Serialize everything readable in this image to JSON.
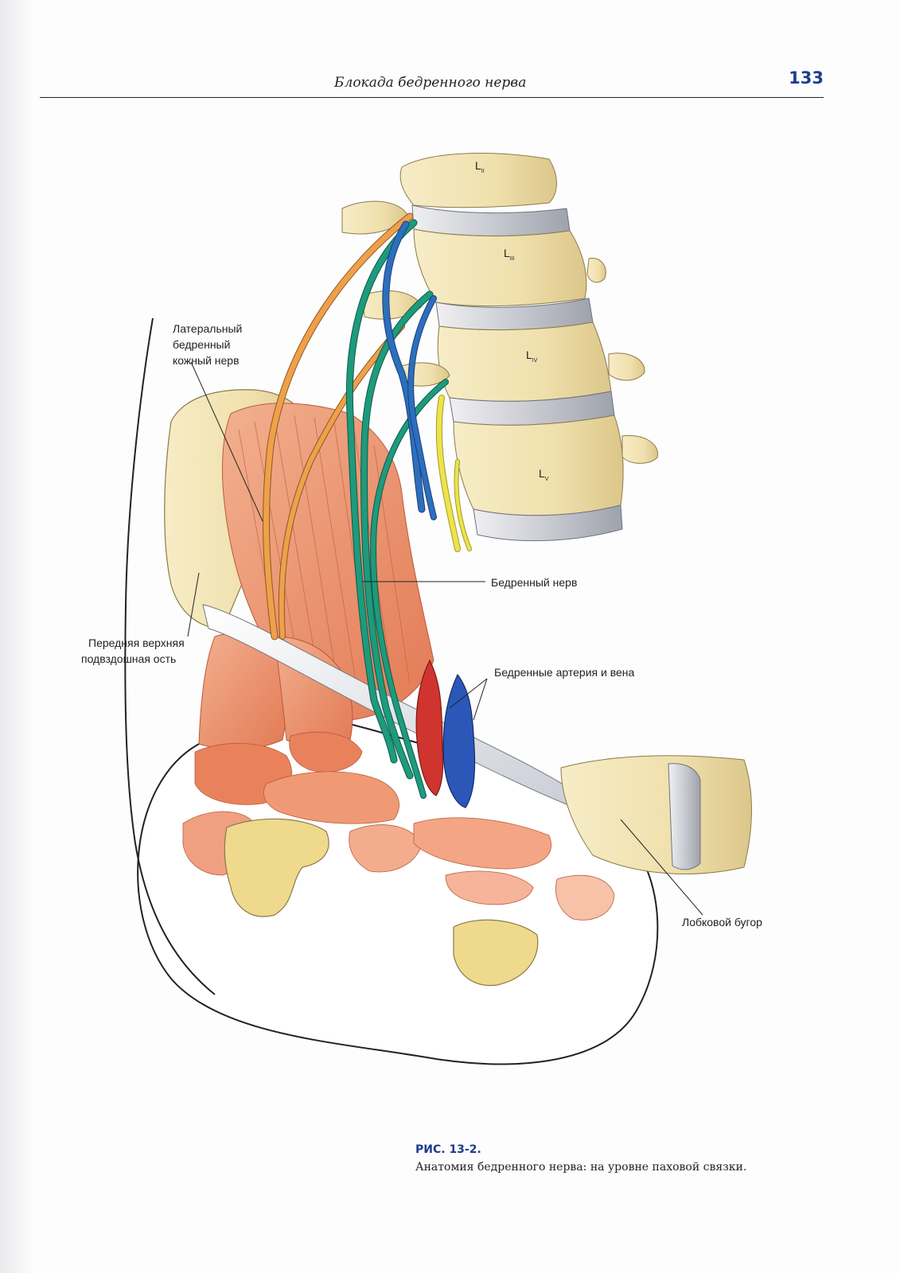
{
  "header": {
    "running_title": "Блокада бедренного нерва",
    "page_number": "133"
  },
  "figure": {
    "vertebra_labels": [
      "L",
      "L",
      "L",
      "L"
    ],
    "vertebra_subscripts": [
      "II",
      "III",
      "IV",
      "V"
    ],
    "labels": {
      "lateral_nerve": [
        "Латеральный",
        "бедренный",
        "кожный нерв"
      ],
      "femoral_nerve": "Бедренный нерв",
      "asis": [
        "Передняя верхняя",
        "подвздошная ость"
      ],
      "femoral_vessels": "Бедренные артерия и вена",
      "pubic_tubercle": "Лобковой бугор"
    }
  },
  "caption": {
    "number": "РИС. 13-2.",
    "text": "Анатомия бедренного нерва: на уровне паховой связки."
  },
  "colors": {
    "accent": "#1f3c8c",
    "bone": "#f1e4b4",
    "muscle": "#e58a64",
    "femoral_nerve": "#1e9a7c",
    "obturator_nerve": "#2d6fbd",
    "lateral_cutaneous_nerve": "#f0a04a",
    "genitofemoral_nerve": "#ece350",
    "artery": "#d0342e",
    "vein": "#2b58b8"
  }
}
